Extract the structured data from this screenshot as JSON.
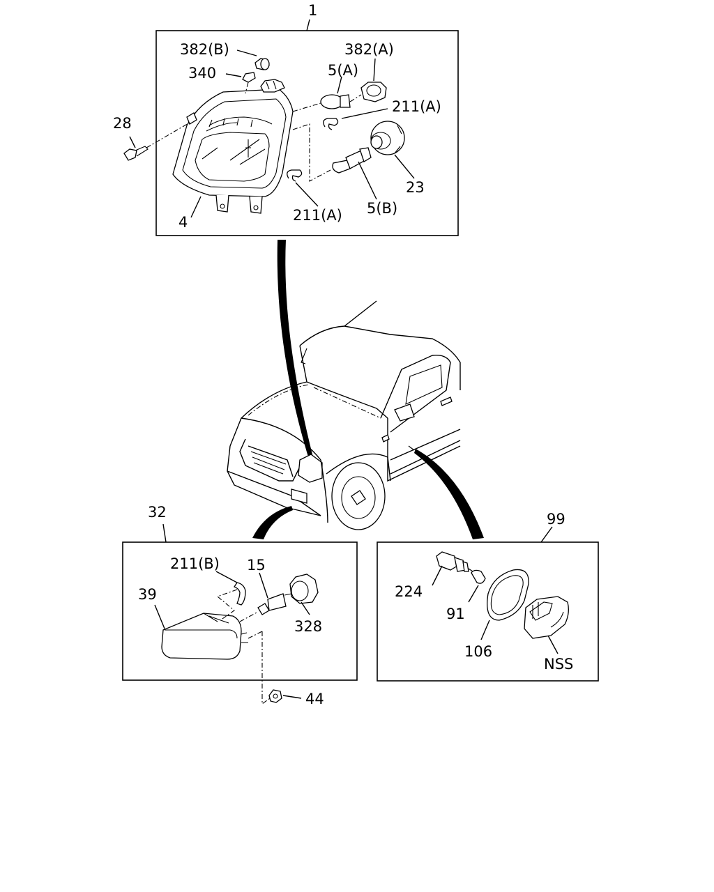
{
  "callouts": {
    "headlamp_assembly": "1",
    "bulb_382b": "382(B)",
    "socket_340": "340",
    "bulb_382a": "382(A)",
    "bulb_5a": "5(A)",
    "clip_211a_top": "211(A)",
    "screw_28": "28",
    "cap_23": "23",
    "headlamp_4": "4",
    "clip_211a_bottom": "211(A)",
    "bulb_5b": "5(B)",
    "foglamp_assembly": "32",
    "clip_211b": "211(B)",
    "bulb_15": "15",
    "foglamp_39": "39",
    "socket_328": "328",
    "nut_44": "44",
    "side_marker_assembly": "99",
    "socket_224": "224",
    "bulb_91": "91",
    "gasket_106": "106",
    "nss": "NSS"
  }
}
